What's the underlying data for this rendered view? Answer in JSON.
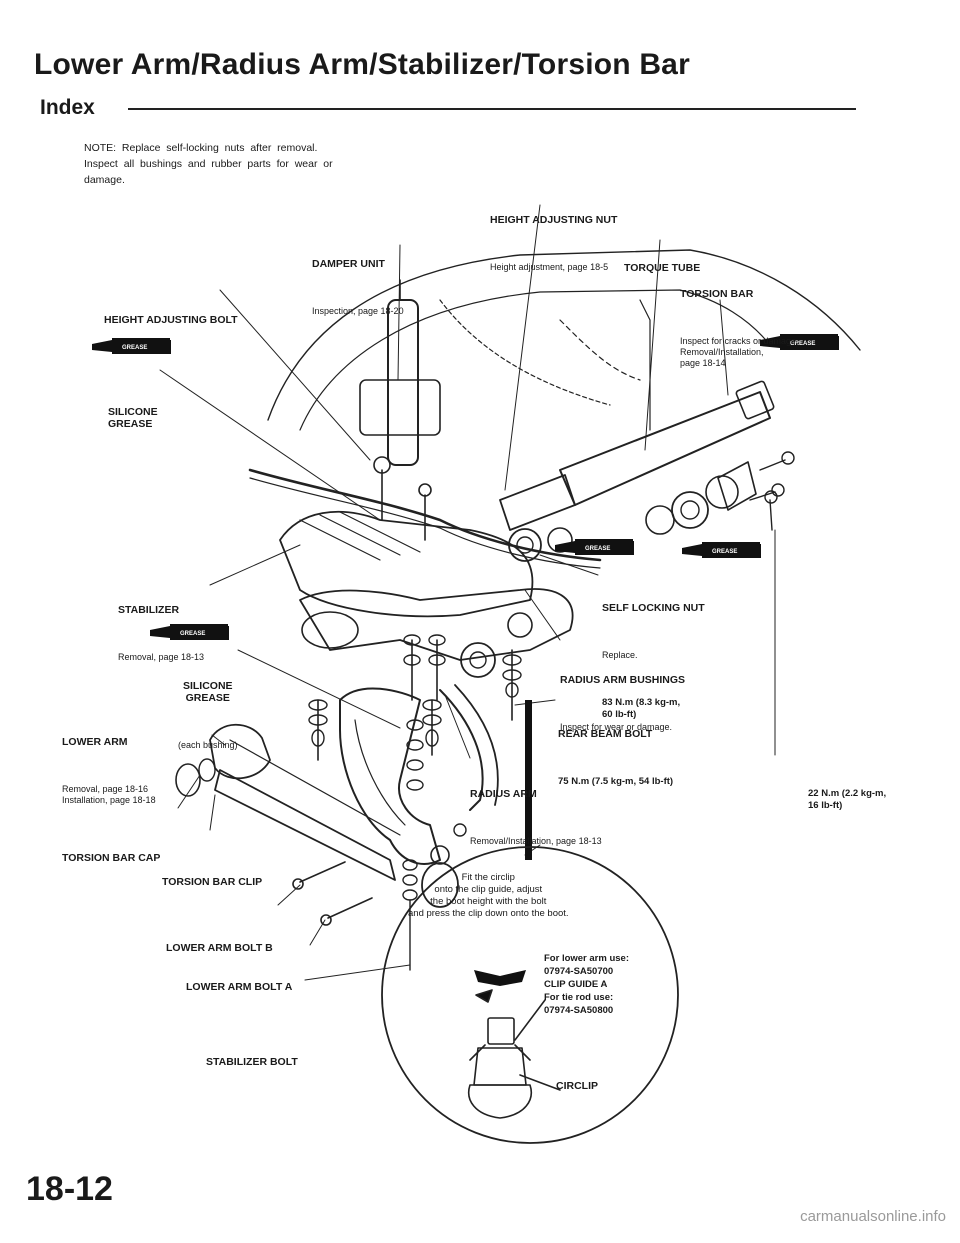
{
  "page": {
    "title": "Lower Arm/Radius Arm/Stabilizer/Torsion Bar",
    "subtitle": "Index",
    "page_number": "18-12",
    "watermark": "carmanualsonline.info"
  },
  "note": "NOTE:  Replace  self-locking  nuts  after  removal.\nInspect  all  bushings  and  rubber  parts  for  wear  or\ndamage.",
  "labels": {
    "height_adjusting_nut": {
      "title": "HEIGHT ADJUSTING NUT",
      "sub": "Height adjustment, page 18-5"
    },
    "damper_unit": {
      "title": "DAMPER UNIT",
      "sub": "Inspection, page 18-20"
    },
    "torque_tube": {
      "title": "TORQUE TUBE"
    },
    "torsion_bar": {
      "title": "TORSION BAR",
      "sub": "Inspect for cracks or damage.\nRemoval/Installation,\npage 18-14"
    },
    "height_adjusting_bolt": {
      "title": "HEIGHT ADJUSTING BOLT"
    },
    "silicone_grease_1": {
      "title": "SILICONE\nGREASE"
    },
    "stabilizer": {
      "title": "STABILIZER",
      "sub": "Removal, page 18-13"
    },
    "self_locking_nut": {
      "title": "SELF LOCKING NUT",
      "sub": "Replace.",
      "torque": "83 N.m (8.3 kg-m,\n60 lb-ft)"
    },
    "silicone_grease_2": {
      "title": "SILICONE\nGREASE",
      "sub": "(each bushing)"
    },
    "radius_arm_bushings": {
      "title": "RADIUS ARM BUSHINGS",
      "sub": "Inspect for wear or damage."
    },
    "lower_arm": {
      "title": "LOWER ARM",
      "sub": "Removal, page 18-16\nInstallation, page 18-18"
    },
    "rear_beam_bolt": {
      "title": "REAR BEAM BOLT",
      "torque": "75 N.m (7.5 kg-m, 54 lb-ft)"
    },
    "radius_arm": {
      "title": "RADIUS ARM",
      "sub": "Removal/Installation, page 18-13"
    },
    "torque_22": {
      "torque": "22 N.m (2.2 kg-m,\n16 lb-ft)"
    },
    "torsion_bar_cap": {
      "title": "TORSION BAR CAP"
    },
    "torsion_bar_clip": {
      "title": "TORSION BAR CLIP"
    },
    "lower_arm_bolt_b": {
      "title": "LOWER ARM BOLT B"
    },
    "lower_arm_bolt_a": {
      "title": "LOWER ARM BOLT A"
    },
    "stabilizer_bolt": {
      "title": "STABILIZER BOLT"
    }
  },
  "inset": {
    "instruction": "Fit the circlip\nonto the clip guide, adjust\nthe boot height with the bolt\nand press the clip down onto the boot.",
    "tool_text": "For lower arm use:\n07974-SA50700\nCLIP GUIDE A\nFor tie rod use:\n07974-SA50800",
    "circlip": "CIRCLIP"
  },
  "grease_tag": "GREASE"
}
